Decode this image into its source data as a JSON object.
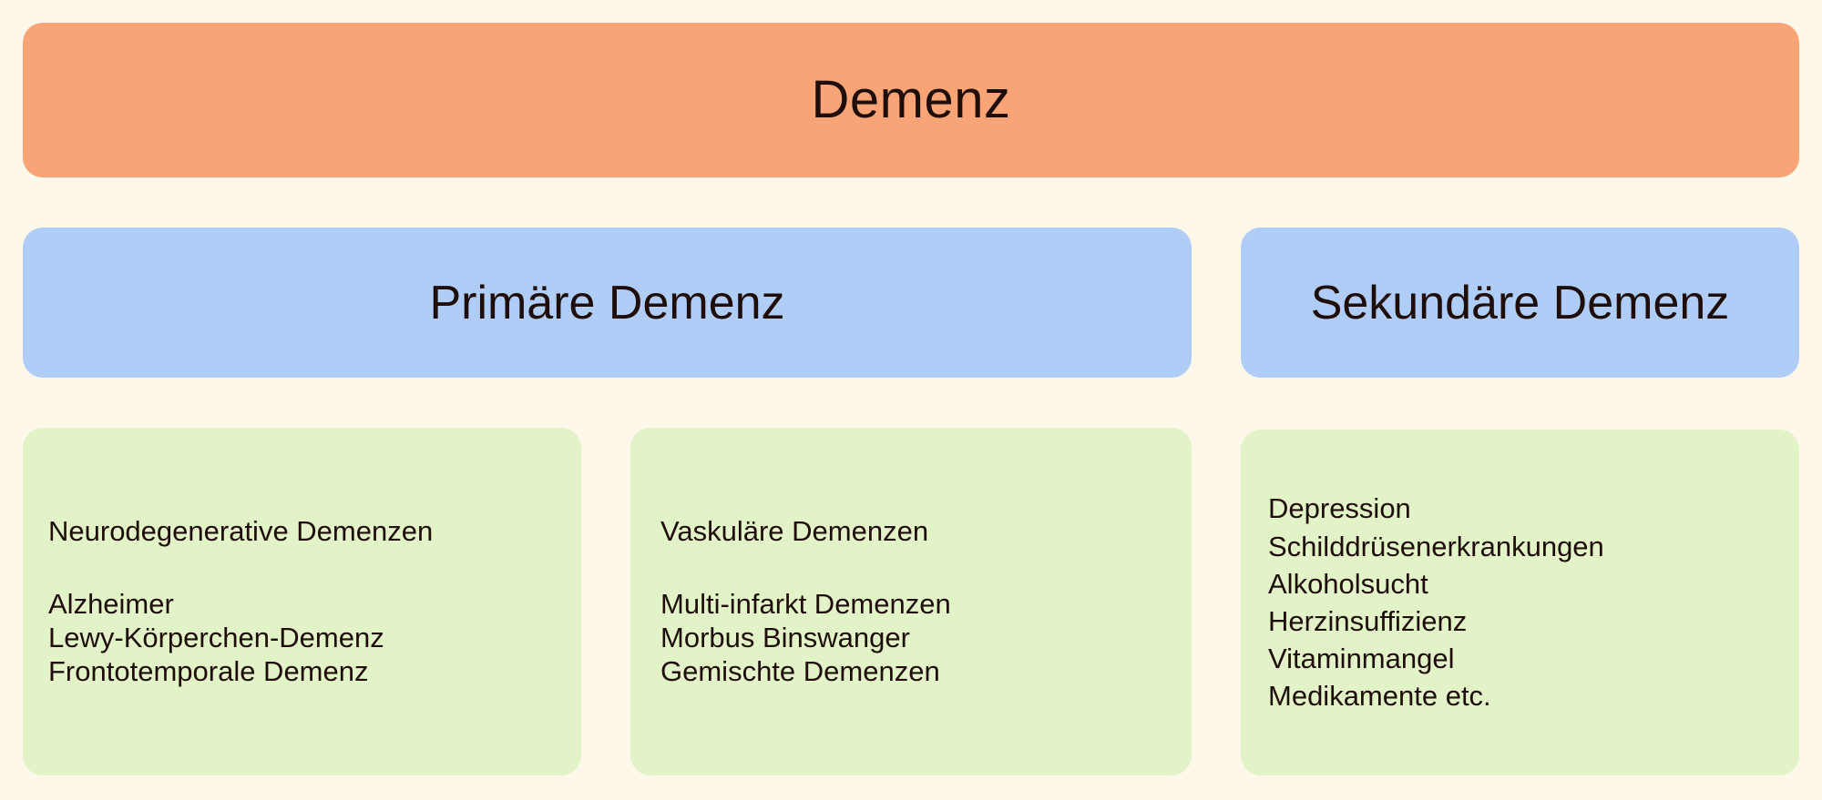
{
  "diagram": {
    "title": "Demenz",
    "background_color": "#FDF8EA",
    "root": {
      "label": "Demenz",
      "color": "#F9A477"
    },
    "categories": [
      {
        "label": "Primäre Demenz",
        "color": "#B0CDF7"
      },
      {
        "label": "Sekundäre Demenz",
        "color": "#B0CDF7"
      }
    ],
    "leaves": [
      {
        "heading": "Neurodegenerative Demenzen",
        "color": "#E3F3C8",
        "items": [
          "Alzheimer",
          "Lewy-Körperchen-Demenz",
          "Frontotemporale Demenz"
        ]
      },
      {
        "heading": "Vaskuläre Demenzen",
        "color": "#E3F3C8",
        "items": [
          "Multi-infarkt Demenzen",
          "Morbus Binswanger",
          "Gemischte Demenzen"
        ]
      },
      {
        "heading": "",
        "color": "#E3F3C8",
        "items": [
          "Depression",
          "Schilddrüsenerkrankungen",
          "Alkoholsucht",
          "Herzinsuffizienz",
          "Vitaminmangel",
          "Medikamente etc."
        ]
      }
    ]
  }
}
